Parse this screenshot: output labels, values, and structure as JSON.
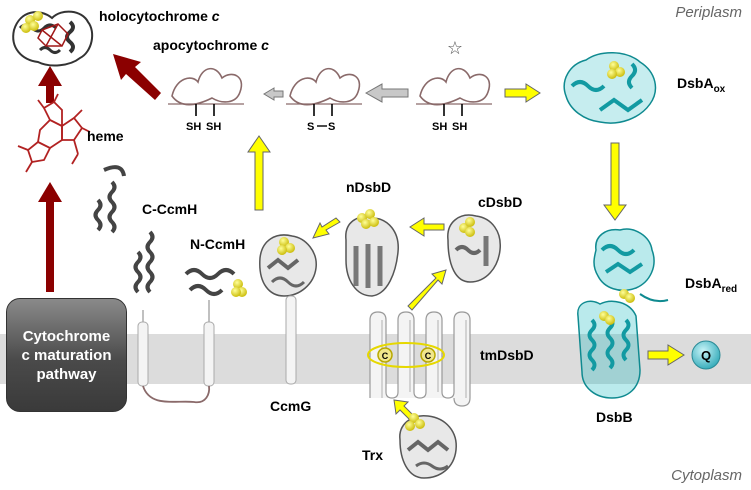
{
  "regions": {
    "periplasm": "Periplasm",
    "cytoplasm": "Cytoplasm"
  },
  "labels": {
    "holocytochrome": "holocytochrome",
    "holocytochrome_c": "c",
    "apocytochrome": "apocytochrome",
    "apocytochrome_c": "c",
    "heme": "heme",
    "c_ccmh": "C-CcmH",
    "n_ccmh": "N-CcmH",
    "ccmg": "CcmG",
    "ndsbd": "nDsbD",
    "cdsbd": "cDsbD",
    "tmdsbd": "tmDsbD",
    "trx": "Trx",
    "dsba_ox_base": "DsbA",
    "dsba_ox_sub": "ox",
    "dsba_red_base": "DsbA",
    "dsba_red_sub": "red",
    "dsbb": "DsbB",
    "quinone": "Q",
    "cys_left": "SH",
    "cys_right": "SH",
    "cys_pair2_left": "S",
    "cys_pair2_right": "S",
    "cys_pair3_left": "SH",
    "cys_pair3_right": "SH",
    "cys_c1": "C",
    "cys_c2": "C",
    "star": "☆"
  },
  "pathway_box": {
    "text": "Cytochrome\nc maturation\npathway"
  },
  "colors": {
    "red_arrow": "#8b0000",
    "yellow_arrow": "#ffff00",
    "gray_arrow": "#c8c8c8",
    "membrane": "#dcdcdc",
    "dsba": "#1ab8c0",
    "heme": "#b22222",
    "sulfur": "#e6d800"
  }
}
